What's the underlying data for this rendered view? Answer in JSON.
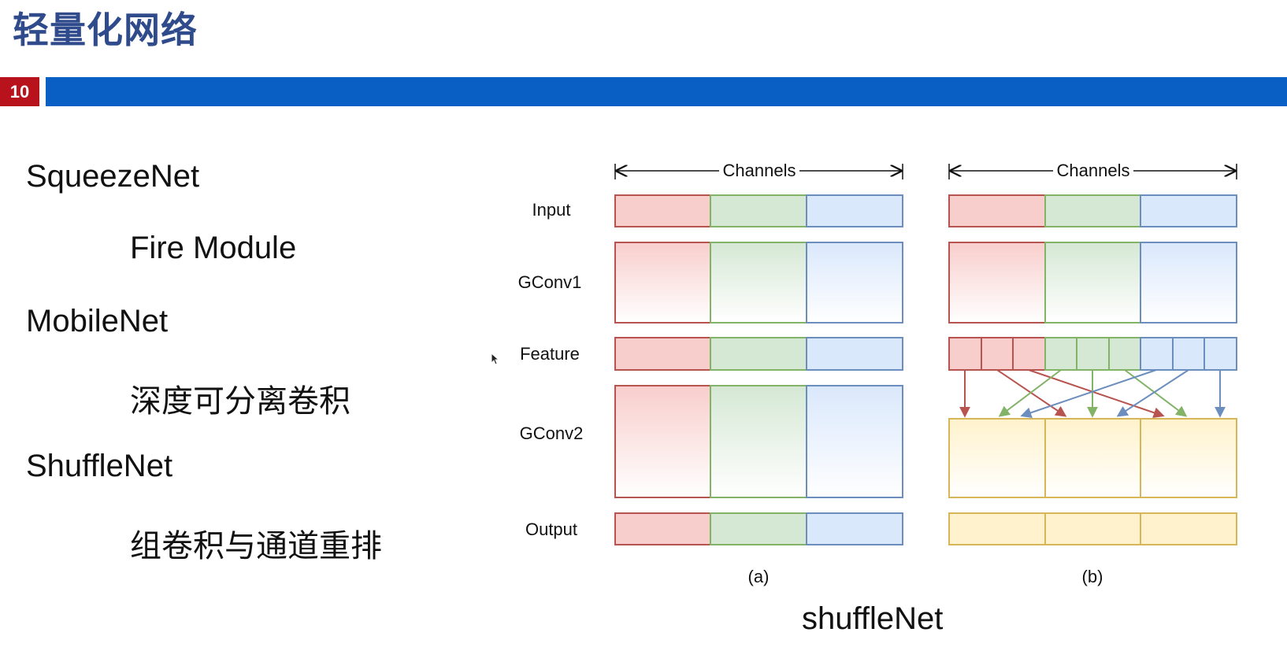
{
  "header": {
    "title": "轻量化网络",
    "page_number": "10"
  },
  "left_list": [
    {
      "label": "SqueezeNet",
      "level": 1
    },
    {
      "label": "Fire Module",
      "level": 2
    },
    {
      "label": "MobileNet",
      "level": 1
    },
    {
      "label": "深度可分离卷积",
      "level": 2
    },
    {
      "label": "ShuffleNet",
      "level": 1
    },
    {
      "label": "组卷积与通道重排",
      "level": 2
    }
  ],
  "diagram": {
    "row_labels": [
      "Input",
      "GConv1",
      "Feature",
      "GConv2",
      "Output"
    ],
    "channels_label": "Channels",
    "panel_labels": [
      "(a)",
      "(b)"
    ],
    "colors": {
      "red": "#b85450",
      "green": "#82b366",
      "blue": "#6c8ebf",
      "yellow": "#d6b656",
      "red_fill": "#f8cecc",
      "green_fill": "#d5e8d4",
      "blue_fill": "#dae8fc",
      "yellow_fill": "#fff2cc"
    }
  },
  "caption": "shuffleNet"
}
